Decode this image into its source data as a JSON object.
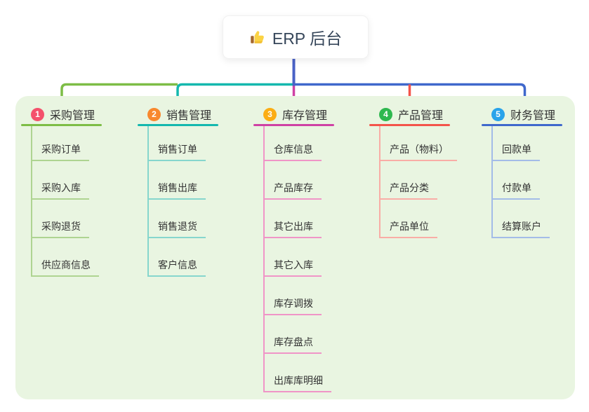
{
  "root": {
    "label": "ERP 后台",
    "icon": "thumbs-up-icon"
  },
  "colors": {
    "root_line": "#4a62c6",
    "panel_bg": "#e9f5e1",
    "root_text": "#36465a",
    "item_text": "#333333",
    "title_text": "#333333",
    "card_bg": "#ffffff"
  },
  "branches": [
    {
      "num": "1",
      "title": "采购管理",
      "badge_color": "#f4516c",
      "line_color": "#7dbd46",
      "item_line_color": "#aed491",
      "items": [
        "采购订单",
        "采购入库",
        "采购退货",
        "供应商信息"
      ]
    },
    {
      "num": "2",
      "title": "销售管理",
      "badge_color": "#f8882e",
      "line_color": "#14b8ae",
      "item_line_color": "#86d6cd",
      "items": [
        "销售订单",
        "销售出库",
        "销售退货",
        "客户信息"
      ]
    },
    {
      "num": "3",
      "title": "库存管理",
      "badge_color": "#fbad14",
      "line_color": "#cf41a4",
      "item_line_color": "#f095c7",
      "items": [
        "仓库信息",
        "产品库存",
        "其它出库",
        "其它入库",
        "库存调拨",
        "库存盘点",
        "出库库明细"
      ]
    },
    {
      "num": "4",
      "title": "产品管理",
      "badge_color": "#2eb84f",
      "line_color": "#f4544a",
      "item_line_color": "#f9ada6",
      "items": [
        "产品（物料）",
        "产品分类",
        "产品单位"
      ]
    },
    {
      "num": "5",
      "title": "财务管理",
      "badge_color": "#29a3ea",
      "line_color": "#3f68cc",
      "item_line_color": "#a3bce8",
      "items": [
        "回款单",
        "付款单",
        "结算账户"
      ]
    }
  ]
}
